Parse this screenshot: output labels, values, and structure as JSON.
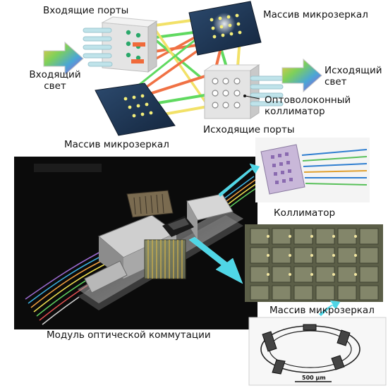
{
  "labels": {
    "input_ports": "Входящие порты",
    "mems_array_top": "Массив микрозеркал",
    "input_light_1": "Входящий",
    "input_light_2": "свет",
    "output_light_1": "Исходящий",
    "output_light_2": "свет",
    "fiber_collimator_1": "Оптоволоконный",
    "fiber_collimator_2": "коллиматор",
    "output_ports": "Исходящие порты",
    "mems_array_left": "Массив микрозеркал",
    "collimator": "Коллиматор",
    "mems_array_photo": "Массив микрозеркал",
    "switch_module": "Модуль оптической коммутации",
    "scale_bar": "500 μm"
  },
  "colors": {
    "beam_green": "#58d858",
    "beam_orange": "#f06a3a",
    "beam_yellow": "#f2e060",
    "mirror_dark": "#1d3552",
    "mirror_dot": "#f3ee7a",
    "callout_cyan": "#4fd6e6",
    "photo_bg": "#0b0b0b"
  }
}
